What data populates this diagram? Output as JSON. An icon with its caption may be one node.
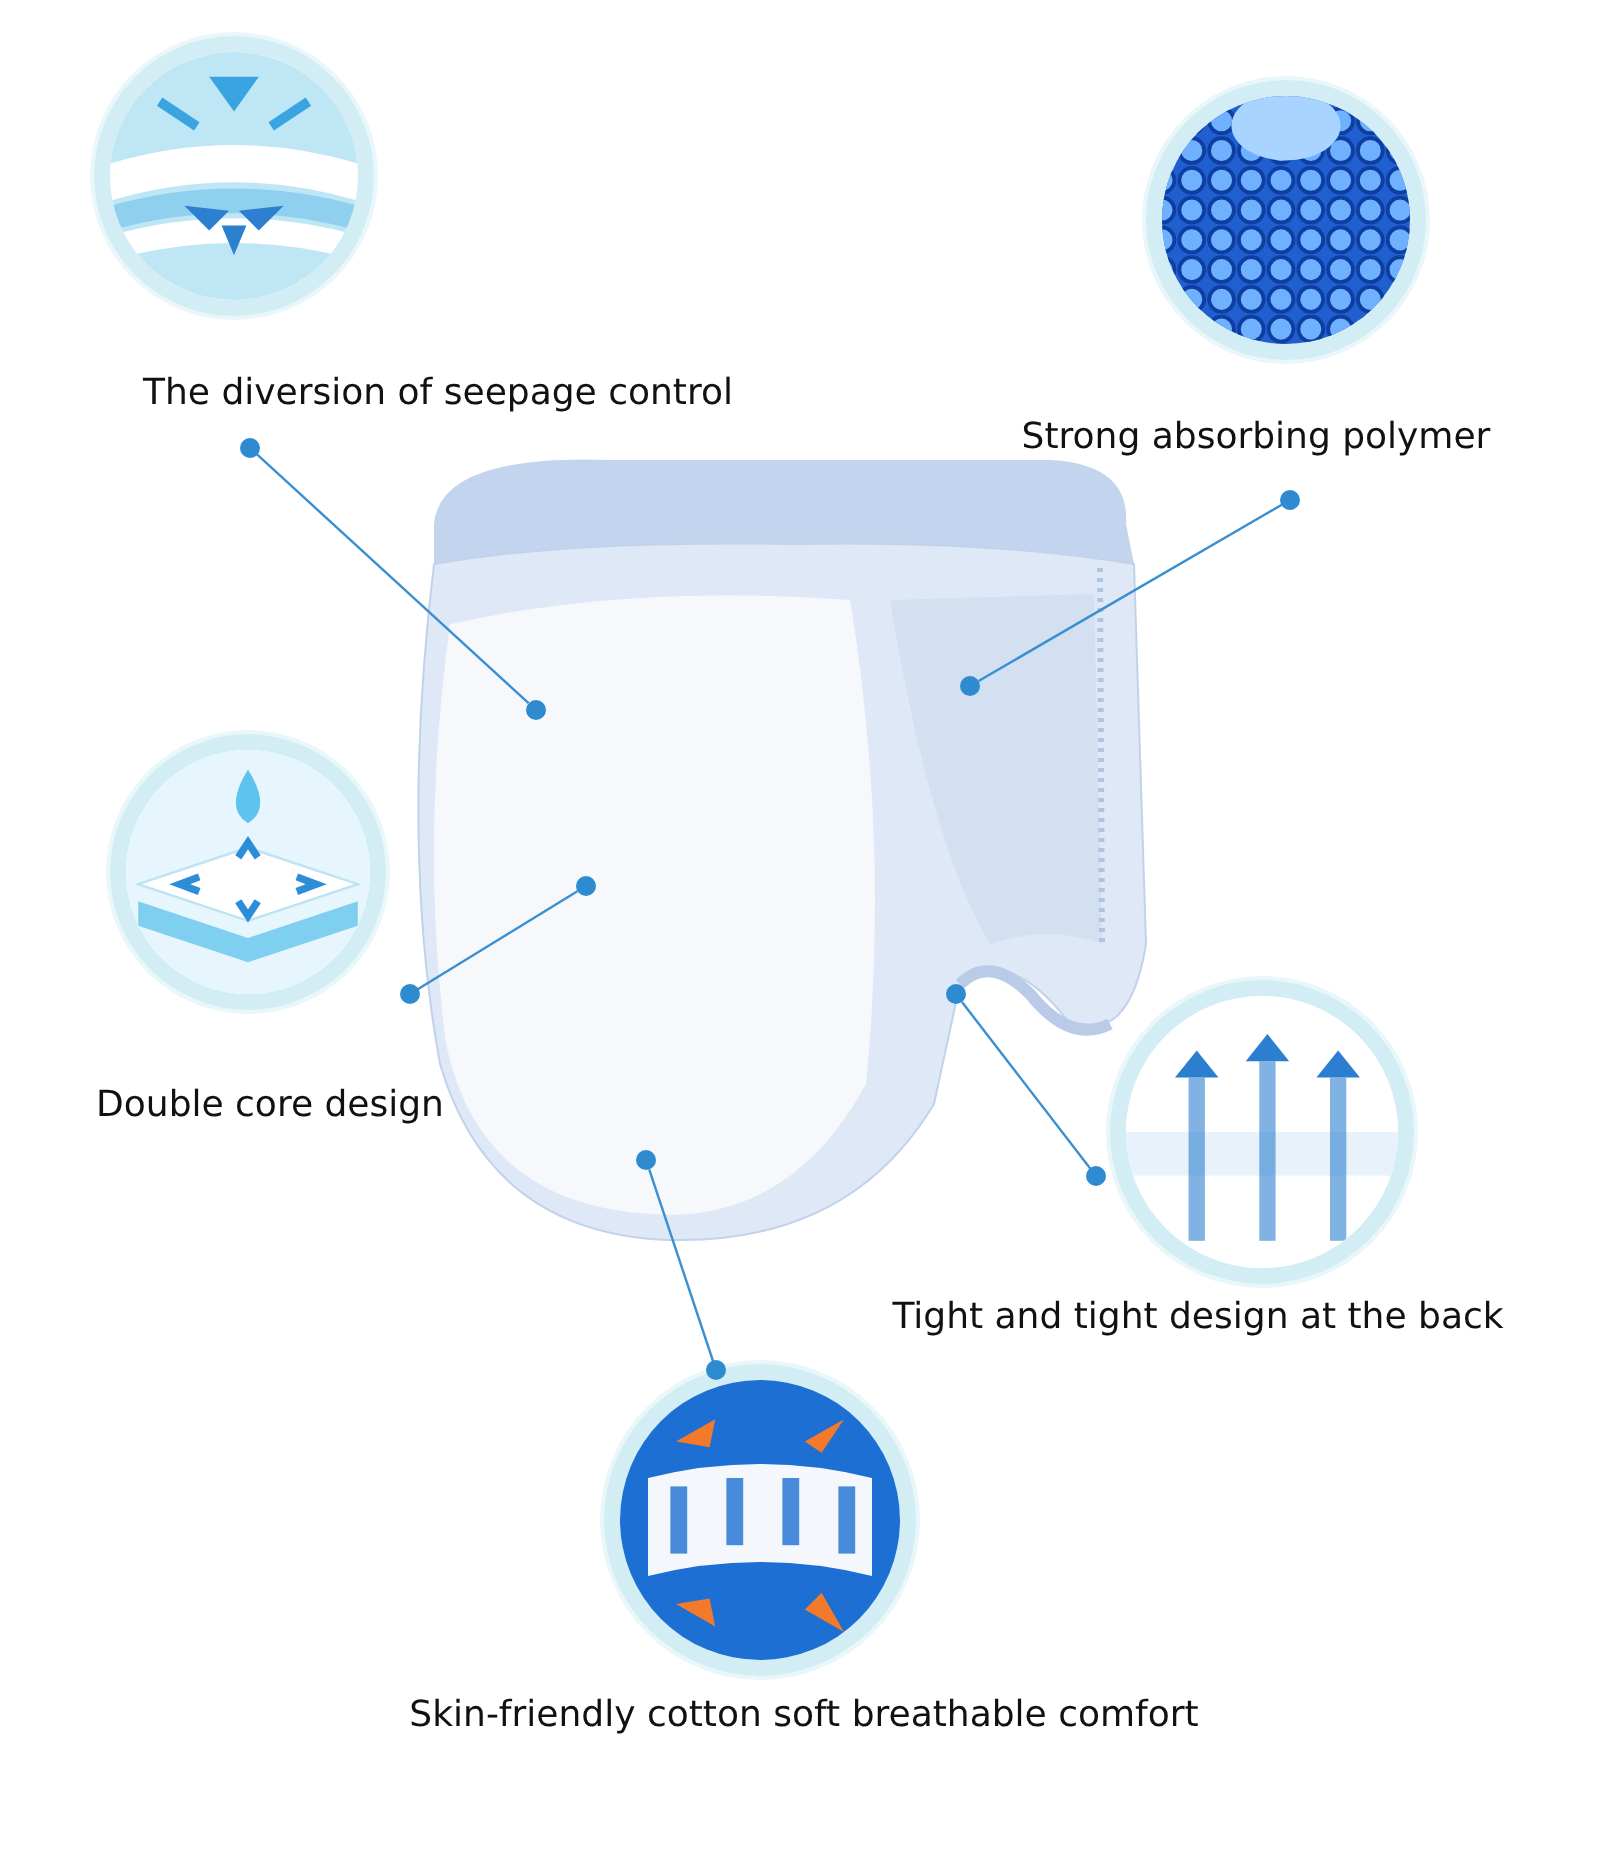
{
  "diagram": {
    "nodes": [
      {
        "text": [],
        "shape": "picture"
      },
      {
        "text": [
          "The diversion of seepage control"
        ]
      },
      {
        "text": [],
        "shape": "picture"
      },
      {
        "text": [
          "Strong absorbing polymer"
        ]
      },
      {
        "text": [],
        "shape": "picture"
      },
      {
        "text": [],
        "shape": "circle",
        "in": 4
      },
      {
        "text": [],
        "shape": "circle",
        "in": 4
      },
      {
        "text": [],
        "shape": "circle",
        "in": 4
      },
      {
        "text": [],
        "shape": "circle",
        "in": 4
      },
      {
        "text": [],
        "shape": "circle",
        "in": 4
      },
      {
        "text": [],
        "shape": "picture"
      },
      {
        "text": [
          "Double core design"
        ]
      },
      {
        "text": [],
        "shape": "picture"
      },
      {
        "text": [
          "Tight and tight design at the back"
        ]
      },
      {
        "text": [],
        "shape": "picture"
      },
      {
        "text": [
          "Skin-friendly cotton soft breathable comfort"
        ]
      }
    ],
    "edges": [
      {
        "from": 1,
        "to": 5,
        "arrow": "other"
      },
      {
        "from": 3,
        "to": 6,
        "arrow": "other"
      },
      {
        "from": 10,
        "to": 7,
        "arrow": "other"
      },
      {
        "from": 12,
        "to": 8,
        "arrow": "other"
      },
      {
        "from": 14,
        "to": 9,
        "arrow": "other"
      }
    ]
  }
}
